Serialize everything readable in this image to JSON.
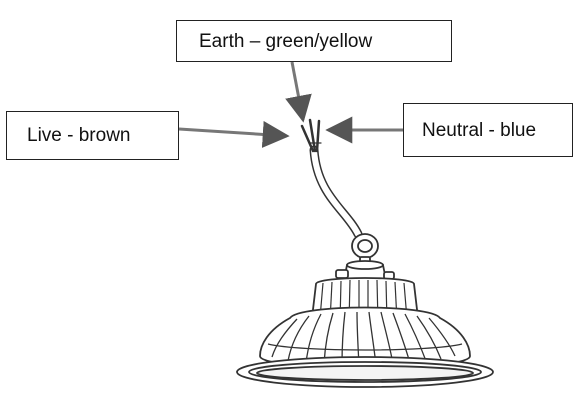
{
  "labels": {
    "earth": "Earth – green/yellow",
    "live": "Live - brown",
    "neutral": "Neutral - blue"
  },
  "colors": {
    "ink": "#222222",
    "outline": "#333333"
  }
}
